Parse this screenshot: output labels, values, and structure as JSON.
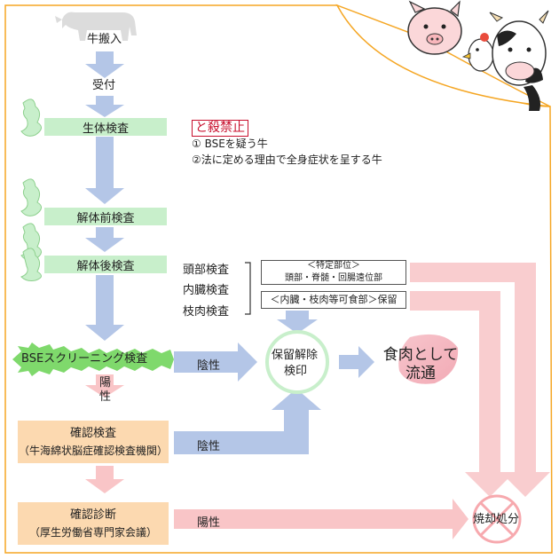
{
  "flow": {
    "cattle_in": "牛搬入",
    "reception": "受付",
    "live_inspection": "生体検査",
    "pre_dissection": "解体前検査",
    "post_dissection": "解体後検査",
    "bse_screening": "BSEスクリーニング検査",
    "confirmation_test": {
      "title": "確認検査",
      "subtitle": "（牛海綿状脳症確認検査機関）"
    },
    "confirmation_diagnosis": {
      "title": "確認診断",
      "subtitle": "（厚生労働省専門家会議）"
    }
  },
  "slaughter_ban": {
    "title": "と殺禁止",
    "reasons": [
      "① BSEを疑う牛",
      "②法に定める理由で全身症状を呈する牛"
    ]
  },
  "inspection_items": [
    "頭部検査",
    "内臓検査",
    "枝肉検査"
  ],
  "specified_parts": {
    "header": "＜特定部位＞",
    "parts": "頭部・脊髄・回腸遠位部"
  },
  "hold_note": "＜内臓・枝肉等可食部＞保留",
  "release": {
    "line1": "保留解除",
    "line2": "検印"
  },
  "distribution": {
    "line1": "食肉として",
    "line2": "流通"
  },
  "incineration": "焼却処分",
  "results": {
    "negative_1": "陰性",
    "negative_2": "陰性",
    "positive_1": {
      "line1": "陽",
      "line2": "性"
    },
    "positive_2": "陽性"
  },
  "colors": {
    "blue_arrow": "#b4c6e7",
    "pink_arrow": "#f9c5c7",
    "green_box": "#c8efcb",
    "beige_box": "#fcd9b0",
    "ban_red": "#c8102e",
    "frame_orange": "#f5a623"
  }
}
